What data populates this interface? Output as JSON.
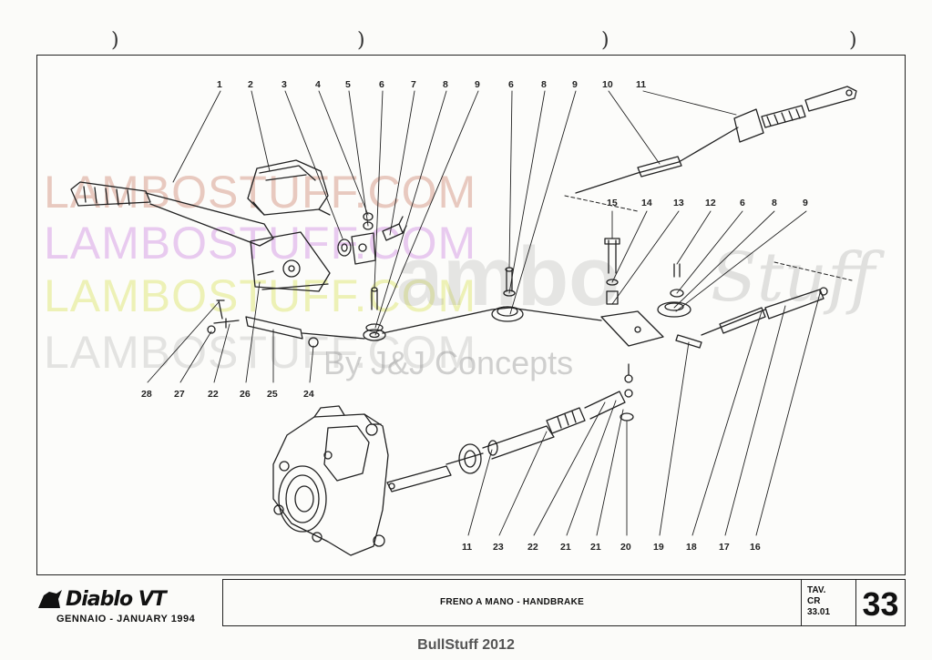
{
  "callouts_top": [
    "1",
    "2",
    "3",
    "4",
    "5",
    "6",
    "7",
    "8",
    "9",
    "6",
    "8",
    "9",
    "10",
    "11"
  ],
  "callouts_mid": [
    "15",
    "14",
    "13",
    "12",
    "6",
    "8",
    "9"
  ],
  "callouts_left_bottom": [
    "28",
    "27",
    "22",
    "26",
    "25",
    "24"
  ],
  "callouts_right_bottom": [
    "11",
    "23",
    "22",
    "21",
    "21",
    "20",
    "19",
    "18",
    "17",
    "16"
  ],
  "watermarks": {
    "lambo1": "LAMBOSTUFF.COM",
    "lambo2": "LAMBOSTUFF.COM",
    "lambo3": "LAMBOSTUFF.COM",
    "lambo4": "LAMBOSTUFF.COM",
    "byline": "By J&J Concepts",
    "brand": "ambo",
    "script": "Stuff"
  },
  "footer": {
    "logo": "Diablo VT",
    "date": "GENNAIO - JANUARY 1994",
    "title": "FRENO A MANO - HANDBRAKE",
    "tav_line1": "TAV.",
    "tav_line2": "CR",
    "tav_line3": "33.01",
    "plate_number": "33"
  },
  "caption": "BullStuff 2012",
  "colors": {
    "ink": "#222222",
    "paper": "#fcfcfa"
  }
}
